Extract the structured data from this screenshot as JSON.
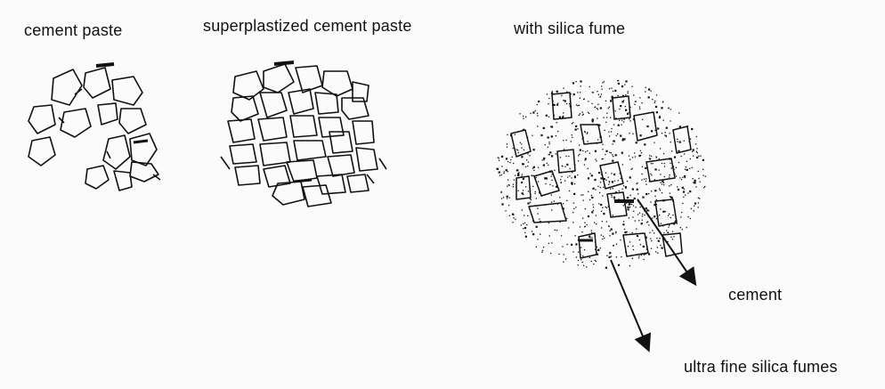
{
  "labels": {
    "cement_paste": "cement paste",
    "superplastized_cement_paste": "superplastized cement paste",
    "with_silica_fume": "with silica fume",
    "cement": "cement",
    "ultra_fine_silica_fumes": "ultra fine silica fumes"
  },
  "colors": {
    "background": "#fbfbfb",
    "ink": "#111111"
  }
}
